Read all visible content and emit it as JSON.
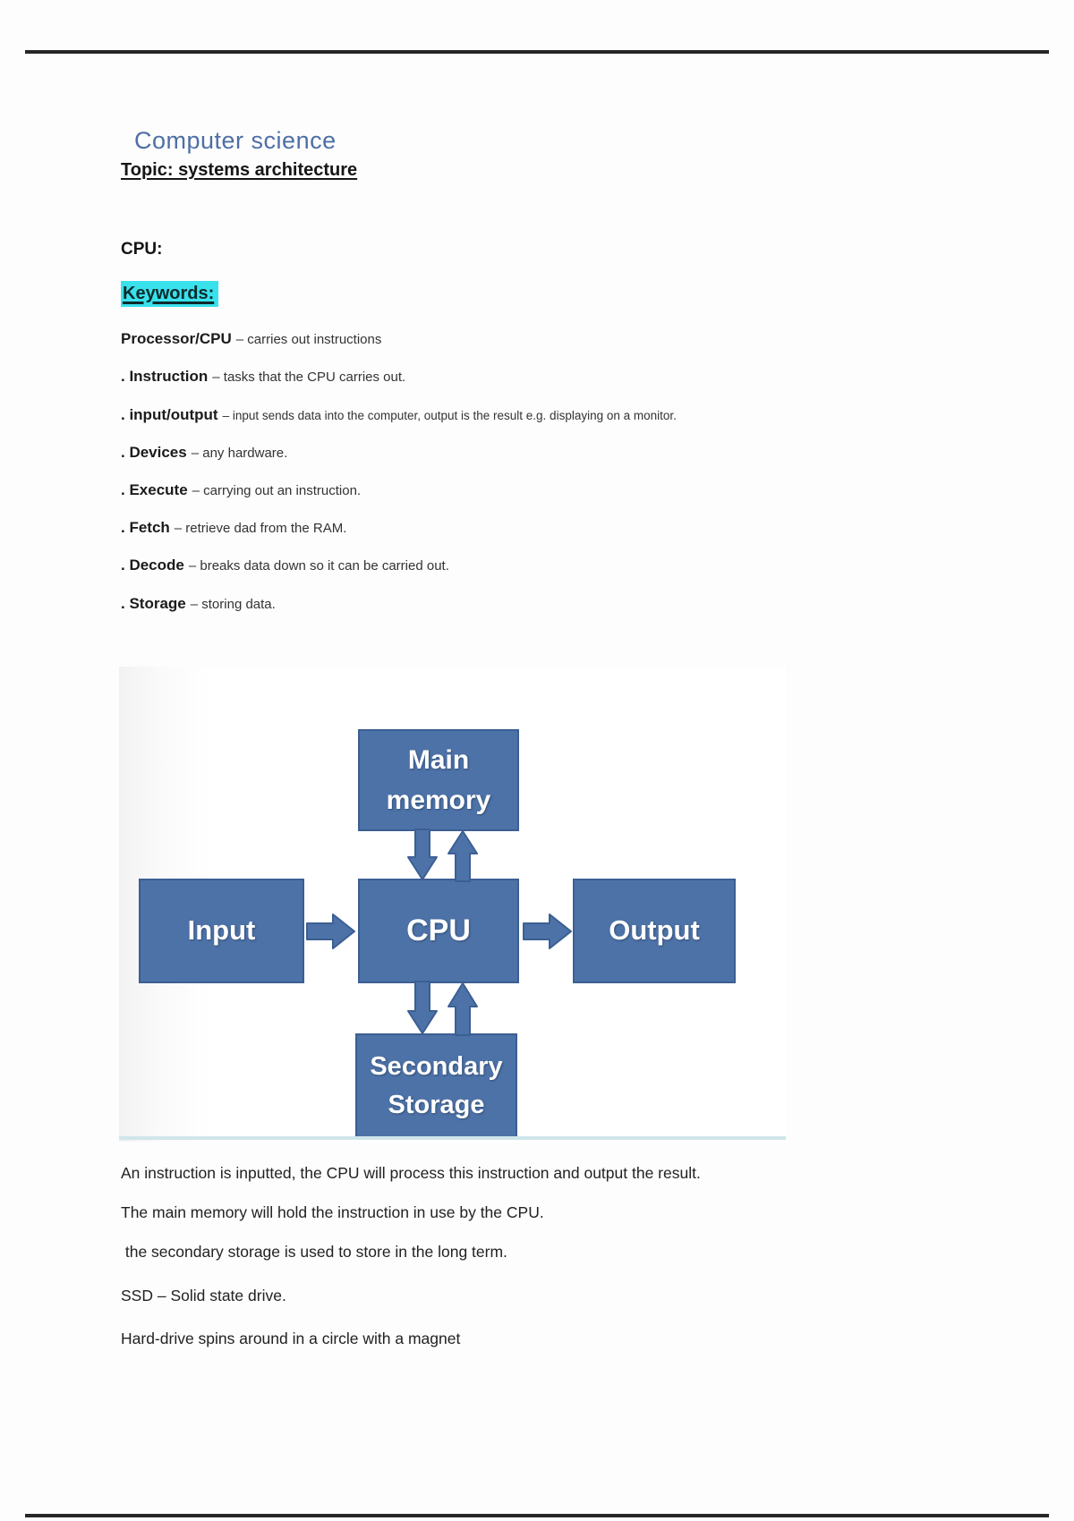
{
  "page": {
    "title": "Computer science",
    "topic": "Topic: systems architecture"
  },
  "sections": {
    "cpu_heading": "CPU:",
    "keywords_heading": "Keywords:"
  },
  "keywords": {
    "items": [
      {
        "term": "Processor/CPU",
        "definition": "– carries out instructions"
      },
      {
        "term": ". Instruction",
        "definition": "– tasks that the CPU carries out."
      },
      {
        "term": ". input/output",
        "definition": "– input sends data into the computer, output is the result e.g. displaying on a monitor."
      },
      {
        "term": ". Devices",
        "definition": "– any hardware."
      },
      {
        "term": ". Execute",
        "definition": "– carrying out an instruction."
      },
      {
        "term": ". Fetch",
        "definition": "– retrieve dad from the RAM."
      },
      {
        "term": ". Decode",
        "definition": "– breaks data down so it can be carried out."
      },
      {
        "term": ". Storage",
        "definition": "– storing data."
      }
    ]
  },
  "diagram": {
    "boxes": {
      "main_memory": "Main memory",
      "cpu": "CPU",
      "input": "Input",
      "output": "Output",
      "secondary_storage": "Secondary Storage"
    }
  },
  "notes": {
    "lines": [
      "An instruction is inputted, the CPU will process this instruction and output the result.",
      "The main memory will hold the instruction in use by the CPU.",
      " the secondary storage is used to store in the long term.",
      "SSD – Solid state drive.",
      "Hard-drive spins around in a circle with a magnet"
    ]
  },
  "theme": {
    "title_blue": "#4d6fa5",
    "keyword_highlight": "#38e1ec",
    "box_fill": "#4d72a7",
    "box_border": "#3c5f93",
    "figure_rule": "#cfe6eb",
    "page_rule": "#262626"
  }
}
